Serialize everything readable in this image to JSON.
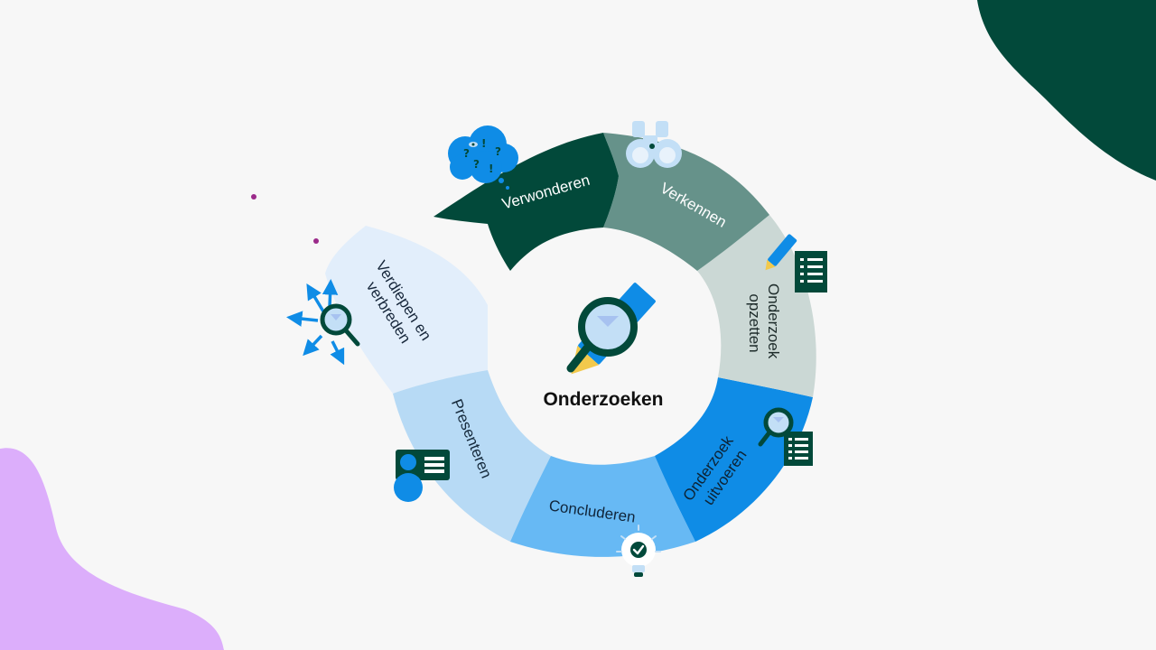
{
  "diagram": {
    "center_title": "Onderzoeken",
    "colors": {
      "background": "#f7f7f7",
      "dark_green": "#02493a",
      "purple_blob": "#dcaefb",
      "dot": "#9b2a8a",
      "icon_blue": "#0f8ce6",
      "icon_light": "#c3dff6"
    },
    "steps": [
      {
        "id": "verwonderen",
        "lines": [
          "Verwonderen"
        ],
        "color": "#02493a",
        "text_color": "#ffffff",
        "icon": "thought-cloud-icon"
      },
      {
        "id": "verkennen",
        "lines": [
          "Verkennen"
        ],
        "color": "#66928a",
        "text_color": "#ffffff",
        "icon": "binoculars-icon"
      },
      {
        "id": "onderzoek-opzetten",
        "lines": [
          "Onderzoek",
          "opzetten"
        ],
        "color": "#cbd8d5",
        "text_color": "#1d2b2a",
        "icon": "pencil-checklist-icon"
      },
      {
        "id": "onderzoek-uitvoeren",
        "lines": [
          "Onderzoek",
          "uitvoeren"
        ],
        "color": "#0f8ce6",
        "text_color": "#0d2233",
        "icon": "magnifier-checklist-icon"
      },
      {
        "id": "concluderen",
        "lines": [
          "Concluderen"
        ],
        "color": "#67b9f4",
        "text_color": "#10253a",
        "icon": "lightbulb-check-icon"
      },
      {
        "id": "presenteren",
        "lines": [
          "Presenteren"
        ],
        "color": "#b7daf5",
        "text_color": "#14283a",
        "icon": "presenter-card-icon"
      },
      {
        "id": "verdiepen-en-verbreden",
        "lines": [
          "Verdiepen en",
          "verbreden"
        ],
        "color": "#e2eefb",
        "text_color": "#16263a",
        "icon": "magnifier-arrows-icon"
      }
    ]
  }
}
